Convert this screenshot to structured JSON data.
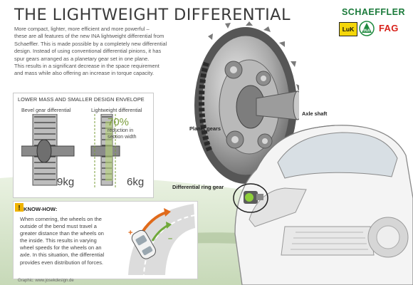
{
  "header": {
    "title": "THE LIGHTWEIGHT DIFFERENTIAL",
    "intro_lines": [
      "More compact, lighter, more efficient and more powerful –",
      "these are all features of the new INA lightweight differential from",
      "Schaeffler. This is made possible by a completely new differential",
      "design. Instead of using conventional differential pinions, it has",
      "spur gears arranged as a planetary gear set in one plane.",
      "This results in a significant decrease in the space requirement",
      "and mass while also offering an increase in torque capacity."
    ]
  },
  "brand": {
    "name": "SCHAEFFLER",
    "logos": [
      "LuK",
      "INA",
      "FAG"
    ],
    "colors": {
      "schaeffler": "#1a7a3a",
      "luk": "#f4d60a",
      "ina": "#1f8a3f",
      "fag": "#d8221b"
    }
  },
  "comparison": {
    "title": "LOWER MASS AND SMALLER DESIGN ENVELOPE",
    "left_label": "Bevel gear differential",
    "right_label": "Lightweight differential",
    "left_weight": "9kg",
    "right_weight": "6kg",
    "percent": "70%",
    "percent_text_lines": [
      "reduction in",
      "section width"
    ]
  },
  "callouts": {
    "planet_gears": "Planet gears",
    "axle_shaft": "Axle shaft",
    "ring_gear": "Differential ring gear"
  },
  "knowhow": {
    "title": "KNOW-HOW:",
    "lines": [
      "When cornering, the wheels on the",
      "outside of the bend must travel a",
      "greater distance than the wheels on",
      "the inside. This results in varying",
      "wheel speeds for the wheels on an",
      "axle. In this situation, the differential",
      "provides even distribution of forces."
    ],
    "plus": "+",
    "minus": "–"
  },
  "footer": {
    "credit": "Graphic: www.josekdesign.de"
  }
}
